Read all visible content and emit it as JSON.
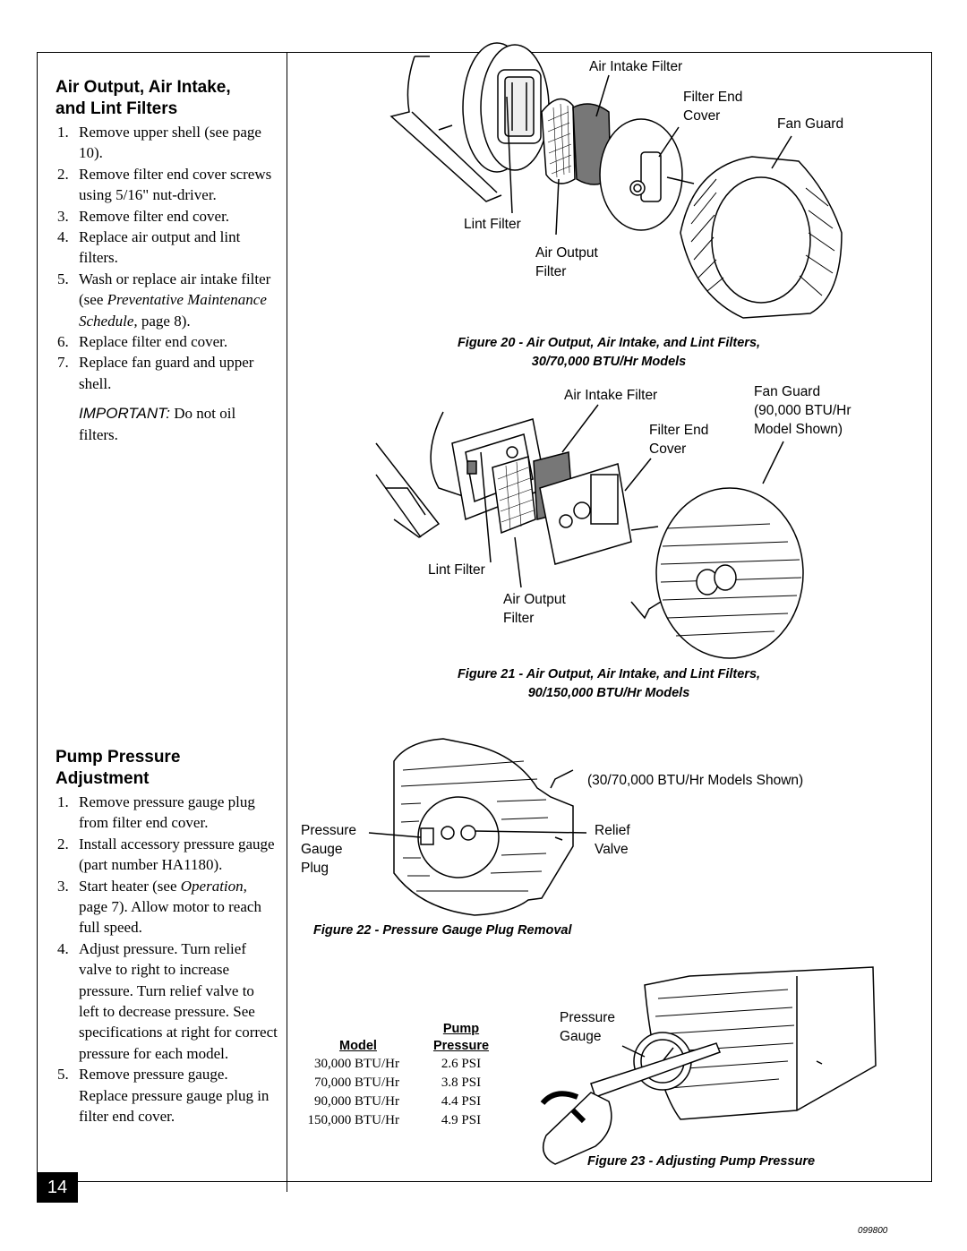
{
  "section1": {
    "title_line1": "Air Output, Air Intake,",
    "title_line2": "and Lint Filters",
    "steps": [
      {
        "n": "1.",
        "text": "Remove upper shell (see page 10)."
      },
      {
        "n": "2.",
        "text": "Remove filter end cover screws using 5/16\" nut-driver."
      },
      {
        "n": "3.",
        "text": "Remove filter end cover."
      },
      {
        "n": "4.",
        "text": "Replace air output and lint filters."
      },
      {
        "n": "5.",
        "text_before": "Wash or replace air intake filter (see ",
        "text_italic": "Preventative Maintenance Schedule,",
        "text_after": " page 8)."
      },
      {
        "n": "6.",
        "text": "Replace filter end cover."
      },
      {
        "n": "7.",
        "text": "Replace fan guard and upper shell."
      }
    ],
    "important_keyword": "IMPORTANT:",
    "important_text": " Do not oil filters."
  },
  "section2": {
    "title_line1": "Pump Pressure",
    "title_line2": "Adjustment",
    "steps": [
      {
        "n": "1.",
        "text": "Remove pressure gauge plug from filter end cover."
      },
      {
        "n": "2.",
        "text": "Install accessory pressure gauge (part number HA1180)."
      },
      {
        "n": "3.",
        "text_before": "Start heater (see ",
        "text_italic": "Operation,",
        "text_after": " page 7). Allow motor to reach full speed."
      },
      {
        "n": "4.",
        "text": "Adjust pressure. Turn relief valve to right to increase pressure. Turn relief valve to left to decrease pressure. See specifications at right for correct pressure for each model."
      },
      {
        "n": "5.",
        "text": "Remove pressure gauge. Replace pressure gauge plug in filter end cover."
      }
    ]
  },
  "figure20": {
    "labels": {
      "air_intake_filter": "Air Intake Filter",
      "filter_end": "Filter End",
      "cover": "Cover",
      "fan_guard": "Fan Guard",
      "lint_filter": "Lint Filter",
      "air_output": "Air Output",
      "filter": "Filter"
    },
    "caption_line1": "Figure 20 - Air Output, Air Intake, and Lint Filters,",
    "caption_line2": "30/70,000 BTU/Hr Models"
  },
  "figure21": {
    "labels": {
      "air_intake_filter": "Air Intake Filter",
      "fan_guard": "Fan Guard",
      "fan_guard_model1": "(90,000 BTU/Hr",
      "fan_guard_model2": "Model Shown)",
      "filter_end": "Filter End",
      "cover": "Cover",
      "lint_filter": "Lint Filter",
      "air_output": "Air Output",
      "filter": "Filter"
    },
    "caption_line1": "Figure 21 - Air Output, Air Intake, and Lint Filters,",
    "caption_line2": "90/150,000 BTU/Hr Models"
  },
  "figure22": {
    "models_shown": "(30/70,000 BTU/Hr Models Shown)",
    "labels": {
      "pressure": "Pressure",
      "gauge": "Gauge",
      "plug": "Plug",
      "relief": "Relief",
      "valve": "Valve"
    },
    "caption": "Figure 22 - Pressure Gauge Plug Removal"
  },
  "spec_table": {
    "col_model": "Model",
    "col_pressure_line1": "Pump",
    "col_pressure_line2": "Pressure",
    "rows": [
      {
        "model": "30,000 BTU/Hr",
        "pressure": "2.6 PSI"
      },
      {
        "model": "70,000 BTU/Hr",
        "pressure": "3.8 PSI"
      },
      {
        "model": "90,000 BTU/Hr",
        "pressure": "4.4 PSI"
      },
      {
        "model": "150,000 BTU/Hr",
        "pressure": "4.9 PSI"
      }
    ]
  },
  "figure23": {
    "labels": {
      "pressure": "Pressure",
      "gauge": "Gauge"
    },
    "caption": "Figure 23 - Adjusting Pump Pressure"
  },
  "page_number": "14",
  "doc_id": "099800"
}
